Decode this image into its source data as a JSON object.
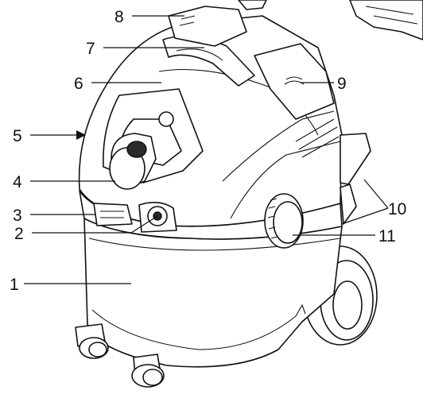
{
  "figure": {
    "callouts": [
      {
        "id": "c1",
        "label": "1"
      },
      {
        "id": "c2",
        "label": "2"
      },
      {
        "id": "c3",
        "label": "3"
      },
      {
        "id": "c4",
        "label": "4"
      },
      {
        "id": "c5",
        "label": "5"
      },
      {
        "id": "c6",
        "label": "6"
      },
      {
        "id": "c7",
        "label": "7"
      },
      {
        "id": "c8",
        "label": "8"
      },
      {
        "id": "c9",
        "label": "9"
      },
      {
        "id": "c10",
        "label": "10"
      },
      {
        "id": "c11",
        "label": "11"
      }
    ]
  }
}
